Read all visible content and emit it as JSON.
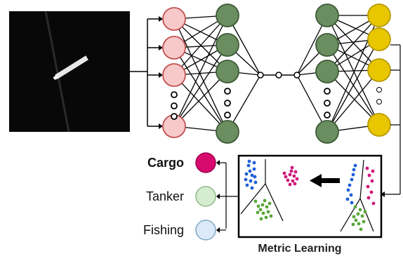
{
  "classes": [
    {
      "label": "Cargo",
      "color": "#d80a6e",
      "bold": true
    },
    {
      "label": "Tanker",
      "color": "#d5ecd0",
      "bold": false
    },
    {
      "label": "Fishing",
      "color": "#dbe9f8",
      "bold": false
    }
  ],
  "caption": "Metric Learning",
  "colors": {
    "input_node": "#f7c9c9",
    "input_stroke": "#c25050",
    "hidden_node": "#6b8e60",
    "hidden_stroke": "#3d5a36",
    "output_node": "#e8c600",
    "output_stroke": "#b89a00",
    "cluster_blue": "#1e5fd6",
    "cluster_magenta": "#d0157a",
    "cluster_green": "#5aa63a"
  },
  "icons": {
    "input_image": "sar-ship-image",
    "arrow": "left-arrow-icon"
  }
}
